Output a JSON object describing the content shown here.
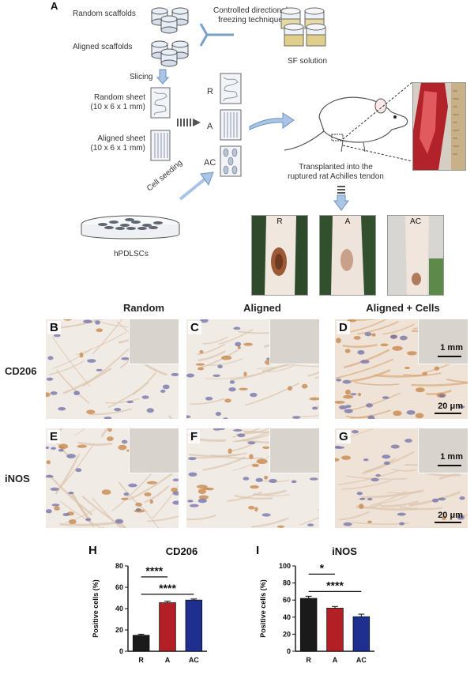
{
  "panel_a": {
    "letter": "A",
    "random_scaffolds": "Random scaffolds",
    "aligned_scaffolds": "Aligned scaffolds",
    "freezing_line1": "Controlled directional",
    "freezing_line2": "freezing technique",
    "sf_solution": "SF solution",
    "slicing": "Slicing",
    "random_sheet_line1": "Random sheet",
    "random_sheet_line2": "(10 x 6 x 1 mm)",
    "aligned_sheet_line1": "Aligned sheet",
    "aligned_sheet_line2": "(10 x 6 x 1 mm)",
    "scaffold_r": "R",
    "scaffold_a": "A",
    "scaffold_ac": "AC",
    "cell_seeding": "Cell seeding",
    "hpdlscs": "hPDLSCs",
    "transplant_line1": "Transplanted into the",
    "transplant_line2": "ruptured rat Achilles tendon",
    "photo_labels": [
      "R",
      "A",
      "AC"
    ]
  },
  "histology": {
    "columns": [
      "Random",
      "Aligned",
      "Aligned + Cells"
    ],
    "rows": [
      "CD206",
      "iNOS"
    ],
    "letters": [
      "B",
      "C",
      "D",
      "E",
      "F",
      "G"
    ],
    "inset_scale": "1 mm",
    "main_scale": "20 μm"
  },
  "colors": {
    "R": "#1a1a1a",
    "A": "#b21f24",
    "AC": "#1e2f8f"
  },
  "chart_data": [
    {
      "letter": "H",
      "type": "bar",
      "title": "CD206",
      "categories": [
        "R",
        "A",
        "AC"
      ],
      "values": [
        15,
        45.5,
        48
      ],
      "errors": [
        1,
        1.5,
        1
      ],
      "ylabel": "Positive cells (%)",
      "ylim": [
        0,
        80
      ],
      "yticks": [
        0,
        20,
        40,
        60,
        80
      ],
      "significance": [
        {
          "from": "R",
          "to": "A",
          "label": "****"
        },
        {
          "from": "R",
          "to": "AC",
          "label": "****"
        }
      ]
    },
    {
      "letter": "I",
      "type": "bar",
      "title": "iNOS",
      "categories": [
        "R",
        "A",
        "AC"
      ],
      "values": [
        62,
        50.5,
        40.5
      ],
      "errors": [
        2.5,
        2,
        3
      ],
      "ylabel": "Positive cells (%)",
      "ylim": [
        0,
        100
      ],
      "yticks": [
        0,
        20,
        40,
        60,
        80,
        100
      ],
      "significance": [
        {
          "from": "R",
          "to": "A",
          "label": "*"
        },
        {
          "from": "R",
          "to": "AC",
          "label": "****"
        }
      ]
    }
  ]
}
